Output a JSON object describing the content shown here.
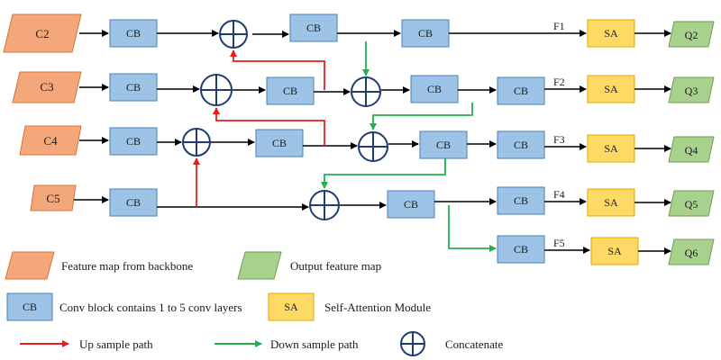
{
  "inputs": {
    "c2": "C2",
    "c3": "C3",
    "c4": "C4",
    "c5": "C5"
  },
  "outputs": {
    "q2": "Q2",
    "q3": "Q3",
    "q4": "Q4",
    "q5": "Q5",
    "q6": "Q6"
  },
  "features": {
    "f1": "F1",
    "f2": "F2",
    "f3": "F3",
    "f4": "F4",
    "f5": "F5"
  },
  "labels": {
    "cb": "CB",
    "sa": "SA"
  },
  "legend": {
    "feature_map": "Feature map from backbone",
    "output_map": "Output feature map",
    "cb_short": "CB",
    "cb_desc": "Conv block contains 1 to 5 conv layers",
    "sa_short": "SA",
    "sa_desc": "Self-Attention Module",
    "up_path": "Up sample path",
    "down_path": "Down sample path",
    "concat": "Concatenate"
  },
  "colors": {
    "input_fill": "#f4a77a",
    "input_stroke": "#d9733a",
    "output_fill": "#a9d18e",
    "output_stroke": "#6e9e50",
    "cb_fill": "#9dc3e6",
    "cb_stroke": "#4a7fb5",
    "sa_fill": "#ffd966",
    "sa_stroke": "#e0a800",
    "up_arrow": "#e81c1c",
    "down_arrow": "#1fb24a",
    "concat_stroke": "#1f3d6e"
  }
}
